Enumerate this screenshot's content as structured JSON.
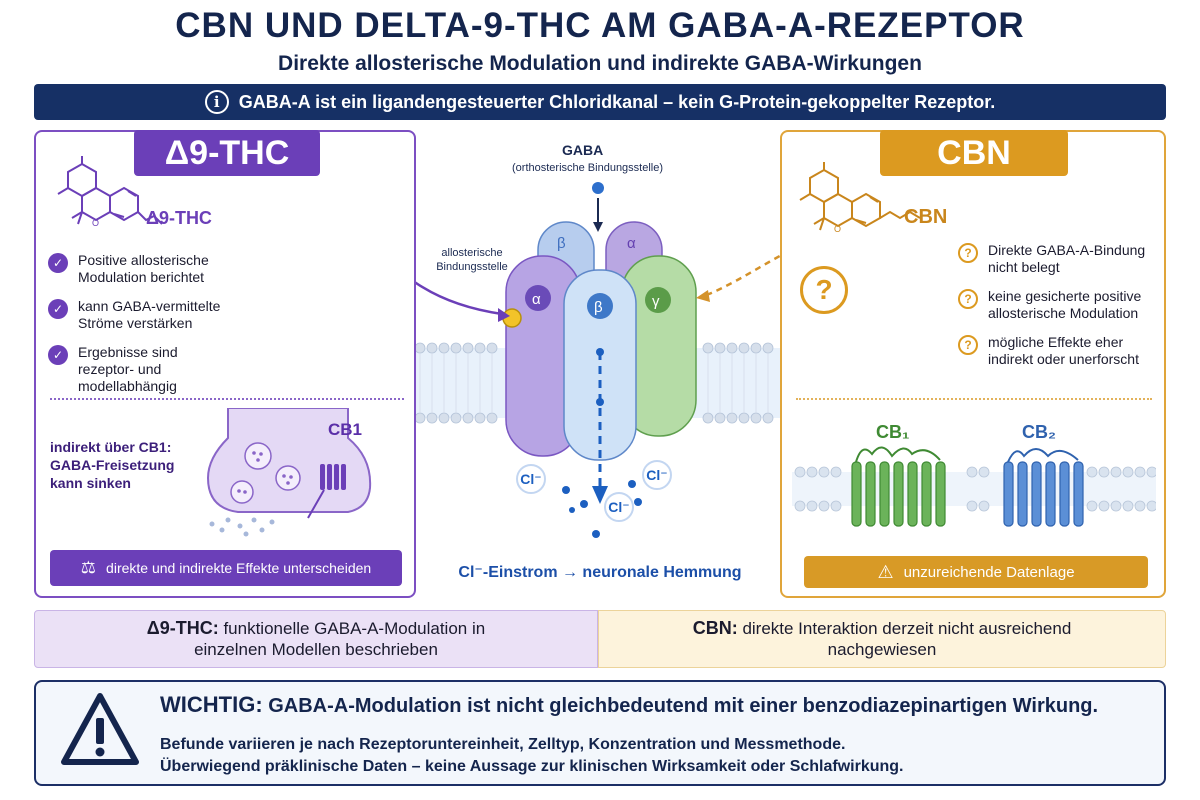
{
  "header": {
    "title": "CBN UND DELTA-9-THC AM GABA-A-REZEPTOR",
    "subtitle": "Direkte allosterische Modulation und indirekte GABA-Wirkungen"
  },
  "info_bar": {
    "icon": "info-icon",
    "text": "GABA-A ist ein ligandengesteuerter Chloridkanal – kein G-Protein-gekoppelter Rezeptor."
  },
  "thc_panel": {
    "badge": "Δ9-THC",
    "molecule_label": "Δ9-THC",
    "findings": [
      "Positive allosterische Modulation berichtet",
      "kann GABA-vermittelte Ströme verstärken",
      "Ergebnisse sind rezeptor- und modellabhängig"
    ],
    "indirect_text": "indirekt über CB1: GABA-Freisetzung kann sinken",
    "receptor_label": "CB1",
    "footer": "direkte und indirekte Effekte unterscheiden",
    "footer_icon": "balance-scale-icon"
  },
  "center": {
    "gaba_label": "GABA",
    "gaba_sublabel": "(orthosterische Bindungsstelle)",
    "allosteric_label": "allosterische Bindungsstelle",
    "subunits": [
      "β",
      "α",
      "α",
      "β",
      "γ"
    ],
    "ion_label": "Cl⁻",
    "caption": "Cl⁻-Einstrom → neuronale Hemmung"
  },
  "cbn_panel": {
    "badge": "CBN",
    "molecule_label": "CBN",
    "question_icon": "question-icon",
    "findings": [
      "Direkte GABA-A-Bindung nicht belegt",
      "keine gesicherte positive allosterische Modulation",
      "mögliche Effekte eher indirekt oder unerforscht"
    ],
    "receptor_labels": [
      "CB₁",
      "CB₂"
    ],
    "footer": "unzureichende Datenlage",
    "footer_icon": "warning-icon"
  },
  "summary": {
    "left_bold": "Δ9-THC:",
    "left_text": "funktionelle GABA-A-Modulation in einzelnen Modellen beschrieben",
    "right_bold": "CBN:",
    "right_text": "direkte Interaktion derzeit nicht ausreichend nachgewiesen"
  },
  "warning": {
    "icon": "warning-icon",
    "head_bold": "WICHTIG:",
    "head_text": "GABA-A-Modulation ist nicht gleichbedeutend mit einer benzodiazepinartigen Wirkung.",
    "line1": "Befunde variieren je nach Rezeptoruntereinheit, Zelltyp, Konzentration und Messmethode.",
    "line2": "Überwiegend präklinische Daten – keine Aussage zur klinischen Wirksamkeit oder Schlafwirkung."
  },
  "colors": {
    "thc": "#6b3fb8",
    "cbn": "#dc9a20",
    "navy": "#163065",
    "ion_blue": "#1c5fc0"
  }
}
